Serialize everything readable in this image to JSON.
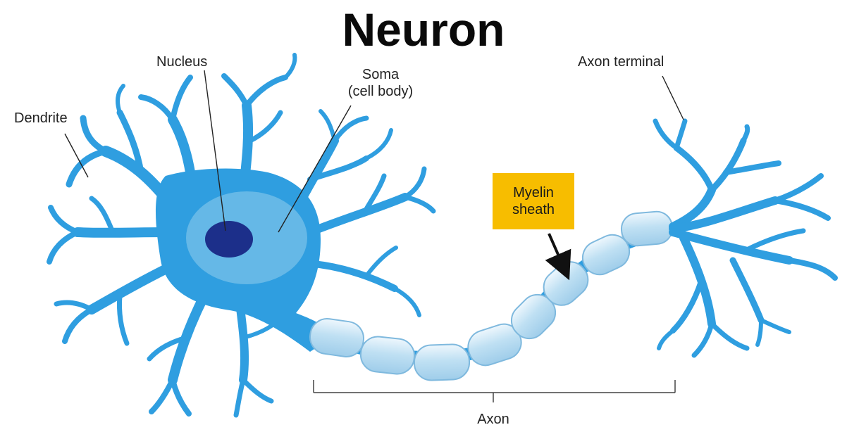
{
  "title": "Neuron",
  "labels": {
    "nucleus": "Nucleus",
    "soma_line1": "Soma",
    "soma_line2": "(cell body)",
    "dendrite": "Dendrite",
    "axon_terminal": "Axon terminal",
    "myelin_line1": "Myelin",
    "myelin_line2": "sheath",
    "axon": "Axon"
  },
  "colors": {
    "neuron_blue": "#2f9ee0",
    "soma_highlight": "#6fbce8",
    "nucleus": "#1c2f8a",
    "myelin_fill": "#bfe0f3",
    "myelin_box": "#f7bd00"
  }
}
